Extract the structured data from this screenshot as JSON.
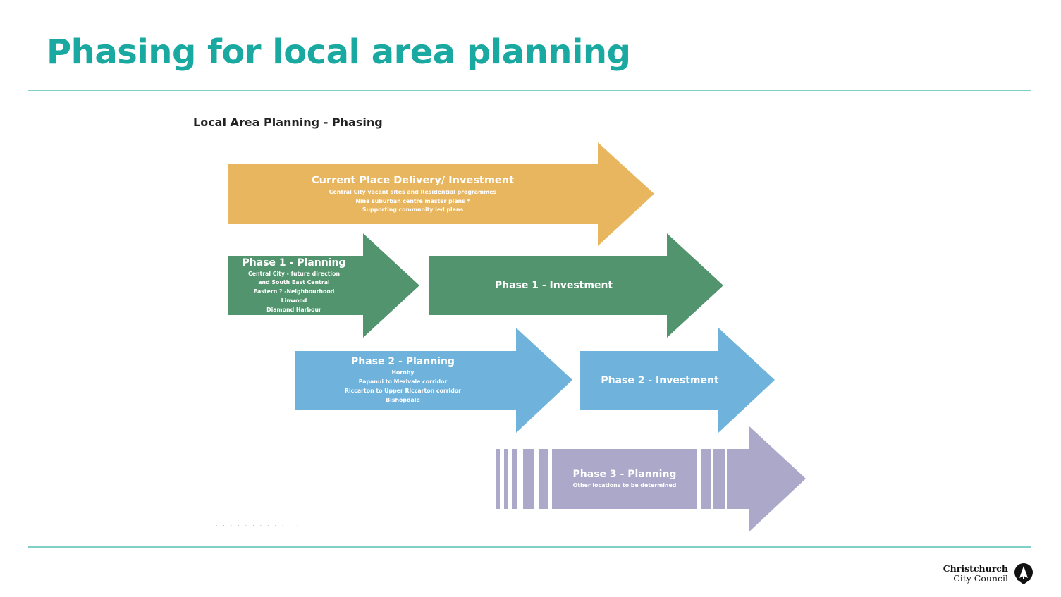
{
  "slide": {
    "title": "Phasing for local area planning"
  },
  "figure": {
    "heading": "Local Area Planning - Phasing"
  },
  "colors": {
    "title": "#1aa9a1",
    "rule": "#7fd0c8",
    "current": "#e8b65f",
    "phase1": "#52946d",
    "phase2": "#6fb3dc",
    "phase3": "#aba8c9"
  },
  "arrows": {
    "current": {
      "title": "Current Place Delivery/ Investment",
      "lines": [
        "Central City vacant sites and Residential programmes",
        "Nine suburban centre master plans *",
        "Supporting community led plans"
      ]
    },
    "phase1_planning": {
      "title": "Phase 1 - Planning",
      "lines": [
        "Central City - future direction",
        "and South East Central",
        "Eastern ? -Neighbourhood",
        "Linwood",
        "Diamond Harbour"
      ]
    },
    "phase1_investment": {
      "title": "Phase 1 - Investment"
    },
    "phase2_planning": {
      "title": "Phase 2 - Planning",
      "lines": [
        "Hornby",
        "Papanui to Merivale corridor",
        "Riccarton to Upper Riccarton corridor",
        "Bishopdale"
      ]
    },
    "phase2_investment": {
      "title": "Phase 2 - Investment"
    },
    "phase3_planning": {
      "title": "Phase 3 - Planning",
      "lines": [
        "Other locations to be determined"
      ]
    }
  },
  "logo": {
    "line1": "Christchurch",
    "line2": "City Council",
    "icon": "christchurch-tree-icon"
  }
}
